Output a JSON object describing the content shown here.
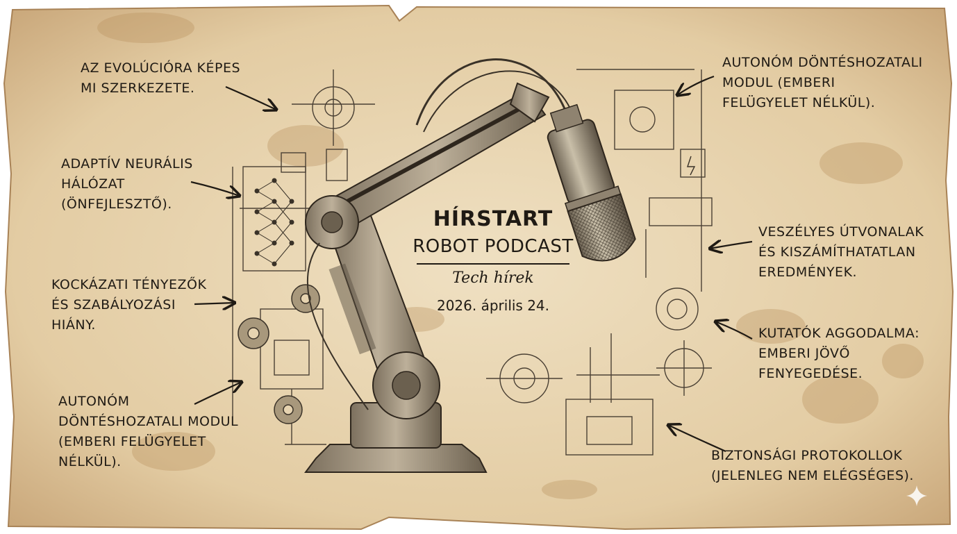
{
  "title": {
    "main": "HÍRSTART",
    "sub": "ROBOT PODCAST",
    "kicker": "Tech hírek",
    "date": "2026. április 24."
  },
  "annotations": {
    "evolution": [
      "AZ EVOLÚCIÓRA KÉPES",
      "MI SZERKEZETE."
    ],
    "neural": [
      "ADAPTÍV NEURÁLIS",
      "HÁLÓZAT",
      "(ÖNFEJLESZTŐ)."
    ],
    "risk": [
      "KOCKÁZATI TÉNYEZŐK",
      "ÉS SZABÁLYOZÁSI",
      "HIÁNY."
    ],
    "autonomous_left": [
      "AUTONÓM",
      "DÖNTÉSHOZATALI MODUL",
      "(EMBERI FELÜGYELET",
      "NÉLKÜL)."
    ],
    "autonomous_right": [
      "AUTONÓM DÖNTÉSHOZATALI",
      "MODUL (EMBERI",
      "FELÜGYELET NÉLKÜL)."
    ],
    "dangerous": [
      "VESZÉLYES ÚTVONALAK",
      "ÉS KISZÁMÍTHATATLAN",
      "EREDMÉNYEK."
    ],
    "researchers": [
      "KUTATÓK AGGODALMA:",
      "EMBERI JÖVŐ",
      "FENYEGEDÉSE."
    ],
    "safety": [
      "BIZTONSÁGI PROTOKOLLOK",
      "(JELENLEG NEM ELÉGSÉGES)."
    ]
  },
  "colors": {
    "paper": "#e6d3b0",
    "paper_dark": "#c9a77a",
    "stain": "#b88f5c",
    "ink": "#1f1a14",
    "metal": "#8f8370",
    "metal_dark": "#4a4034",
    "background": "#ffffff"
  },
  "icons": [
    "sparkle-icon",
    "gear-icon",
    "microphone-icon",
    "robot-arm-icon",
    "neural-network-icon",
    "circuit-board-icon",
    "lightning-icon"
  ]
}
